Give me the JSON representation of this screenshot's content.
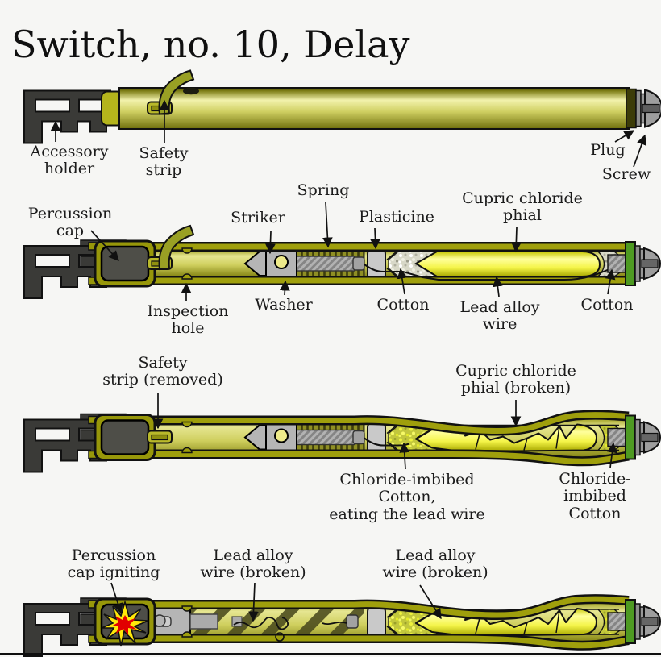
{
  "title": "Switch, no. 10, Delay",
  "colors": {
    "background": "#f6f6f4",
    "outline": "#111111",
    "body_olive": "#9f9f0c",
    "brass_light": "#f2f2ac",
    "phial_yellow": "#ffff9c",
    "metal_gray": "#b5b5b5",
    "plug_green": "#4e9a22",
    "cap_gray": "#4e4e48",
    "holder_dark": "#3a3a37",
    "strip_olive": "#99a024",
    "burst_yellow": "#ffe90a",
    "burst_red": "#e10000"
  },
  "exterior": {
    "accessory_holder": "Accessory\nholder",
    "safety_strip": "Safety\nstrip",
    "plug": "Plug",
    "screw": "Screw"
  },
  "armed": {
    "percussion_cap": "Percussion\ncap",
    "striker": "Striker",
    "spring": "Spring",
    "plasticine": "Plasticine",
    "cupric_chloride_phial": "Cupric chloride\nphial",
    "inspection_hole": "Inspection\nhole",
    "washer": "Washer",
    "cotton_left": "Cotton",
    "lead_alloy_wire": "Lead alloy\nwire",
    "cotton_right": "Cotton"
  },
  "activated": {
    "safety_strip_removed": "Safety\nstrip (removed)",
    "cupric_chloride_phial_broken": "Cupric chloride\nphial (broken)",
    "chloride_imbibed_cotton_eating": "Chloride-imbibed\nCotton,\neating the lead wire",
    "chloride_imbibed_cotton": "Chloride-\nimbibed\nCotton"
  },
  "fired": {
    "percussion_cap_igniting": "Percussion\ncap igniting",
    "lead_alloy_wire_broken_left": "Lead alloy\nwire (broken)",
    "lead_alloy_wire_broken_right": "Lead alloy\nwire (broken)"
  }
}
